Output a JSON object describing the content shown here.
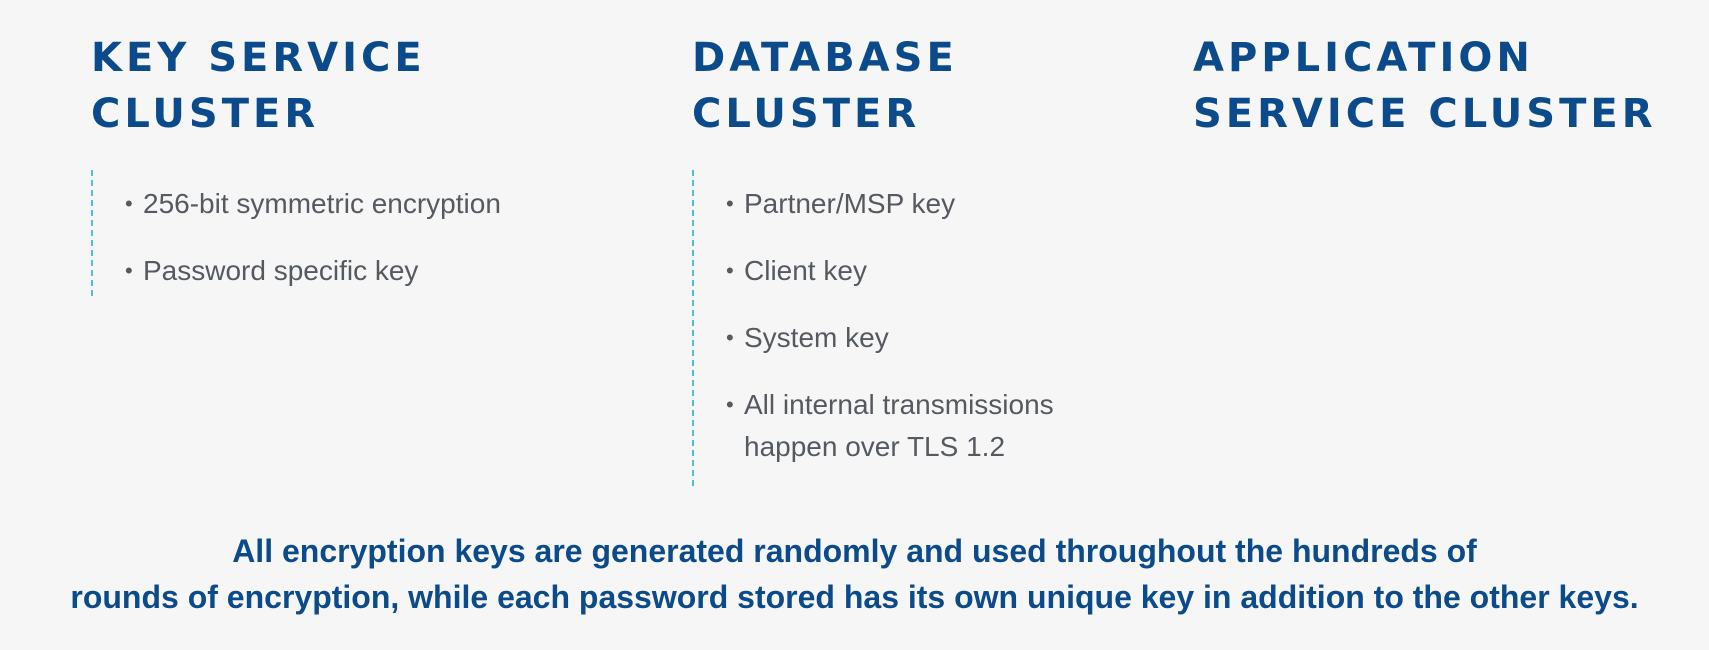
{
  "columns": [
    {
      "title_line1": "KEY SERVICE",
      "title_line2": "CLUSTER",
      "bullets": [
        "256-bit symmetric encryption",
        "Password specific key"
      ]
    },
    {
      "title_line1": "DATABASE",
      "title_line2": "CLUSTER",
      "bullets": [
        "Partner/MSP key",
        "Client key",
        "System key",
        "All internal transmissions happen over TLS 1.2"
      ]
    },
    {
      "title_line1": "APPLICATION",
      "title_line2": "SERVICE CLUSTER",
      "bullets": []
    }
  ],
  "bullet_symbol": "•",
  "footer": {
    "line1": "All encryption keys are generated randomly and used throughout the hundreds of",
    "line2": "rounds of encryption, while each password stored has its own unique key in addition to the other keys."
  },
  "colors": {
    "background": "#f6f6f6",
    "title": "#0b4a8b",
    "body_text": "#555a60",
    "dashed_line": "#4fbfd9"
  }
}
